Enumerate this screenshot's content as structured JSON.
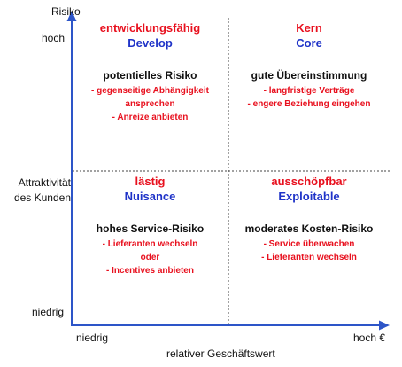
{
  "axes": {
    "y_title": "Risiko",
    "y_high": "hoch",
    "y_mid_line1": "Attraktivität",
    "y_mid_line2": "des Kunden",
    "y_low": "niedrig",
    "x_low": "niedrig",
    "x_high": "hoch €",
    "x_title": "relativer Geschäftswert"
  },
  "quadrants": {
    "top_left": {
      "de": "entwicklungsfähig",
      "en": "Develop",
      "heading": "potentielles Risiko",
      "items": [
        "- gegenseitige Abhängigkeit",
        "ansprechen",
        "- Anreize anbieten"
      ]
    },
    "top_right": {
      "de": "Kern",
      "en": "Core",
      "heading": "gute Übereinstimmung",
      "items": [
        "- langfristige Verträge",
        "- engere Beziehung eingehen"
      ]
    },
    "bottom_left": {
      "de": "lästig",
      "en": "Nuisance",
      "heading": "hohes Service-Risiko",
      "items": [
        "- Lieferanten wechseln",
        "oder",
        "- Incentives anbieten"
      ]
    },
    "bottom_right": {
      "de": "ausschöpfbar",
      "en": "Exploitable",
      "heading": "moderates Kosten-Risiko",
      "items": [
        "- Service überwachen",
        "- Lieferanten wechseln"
      ]
    }
  },
  "colors": {
    "red": "#e8101e",
    "blue": "#1f33c8",
    "axis": "#2d55c8"
  }
}
